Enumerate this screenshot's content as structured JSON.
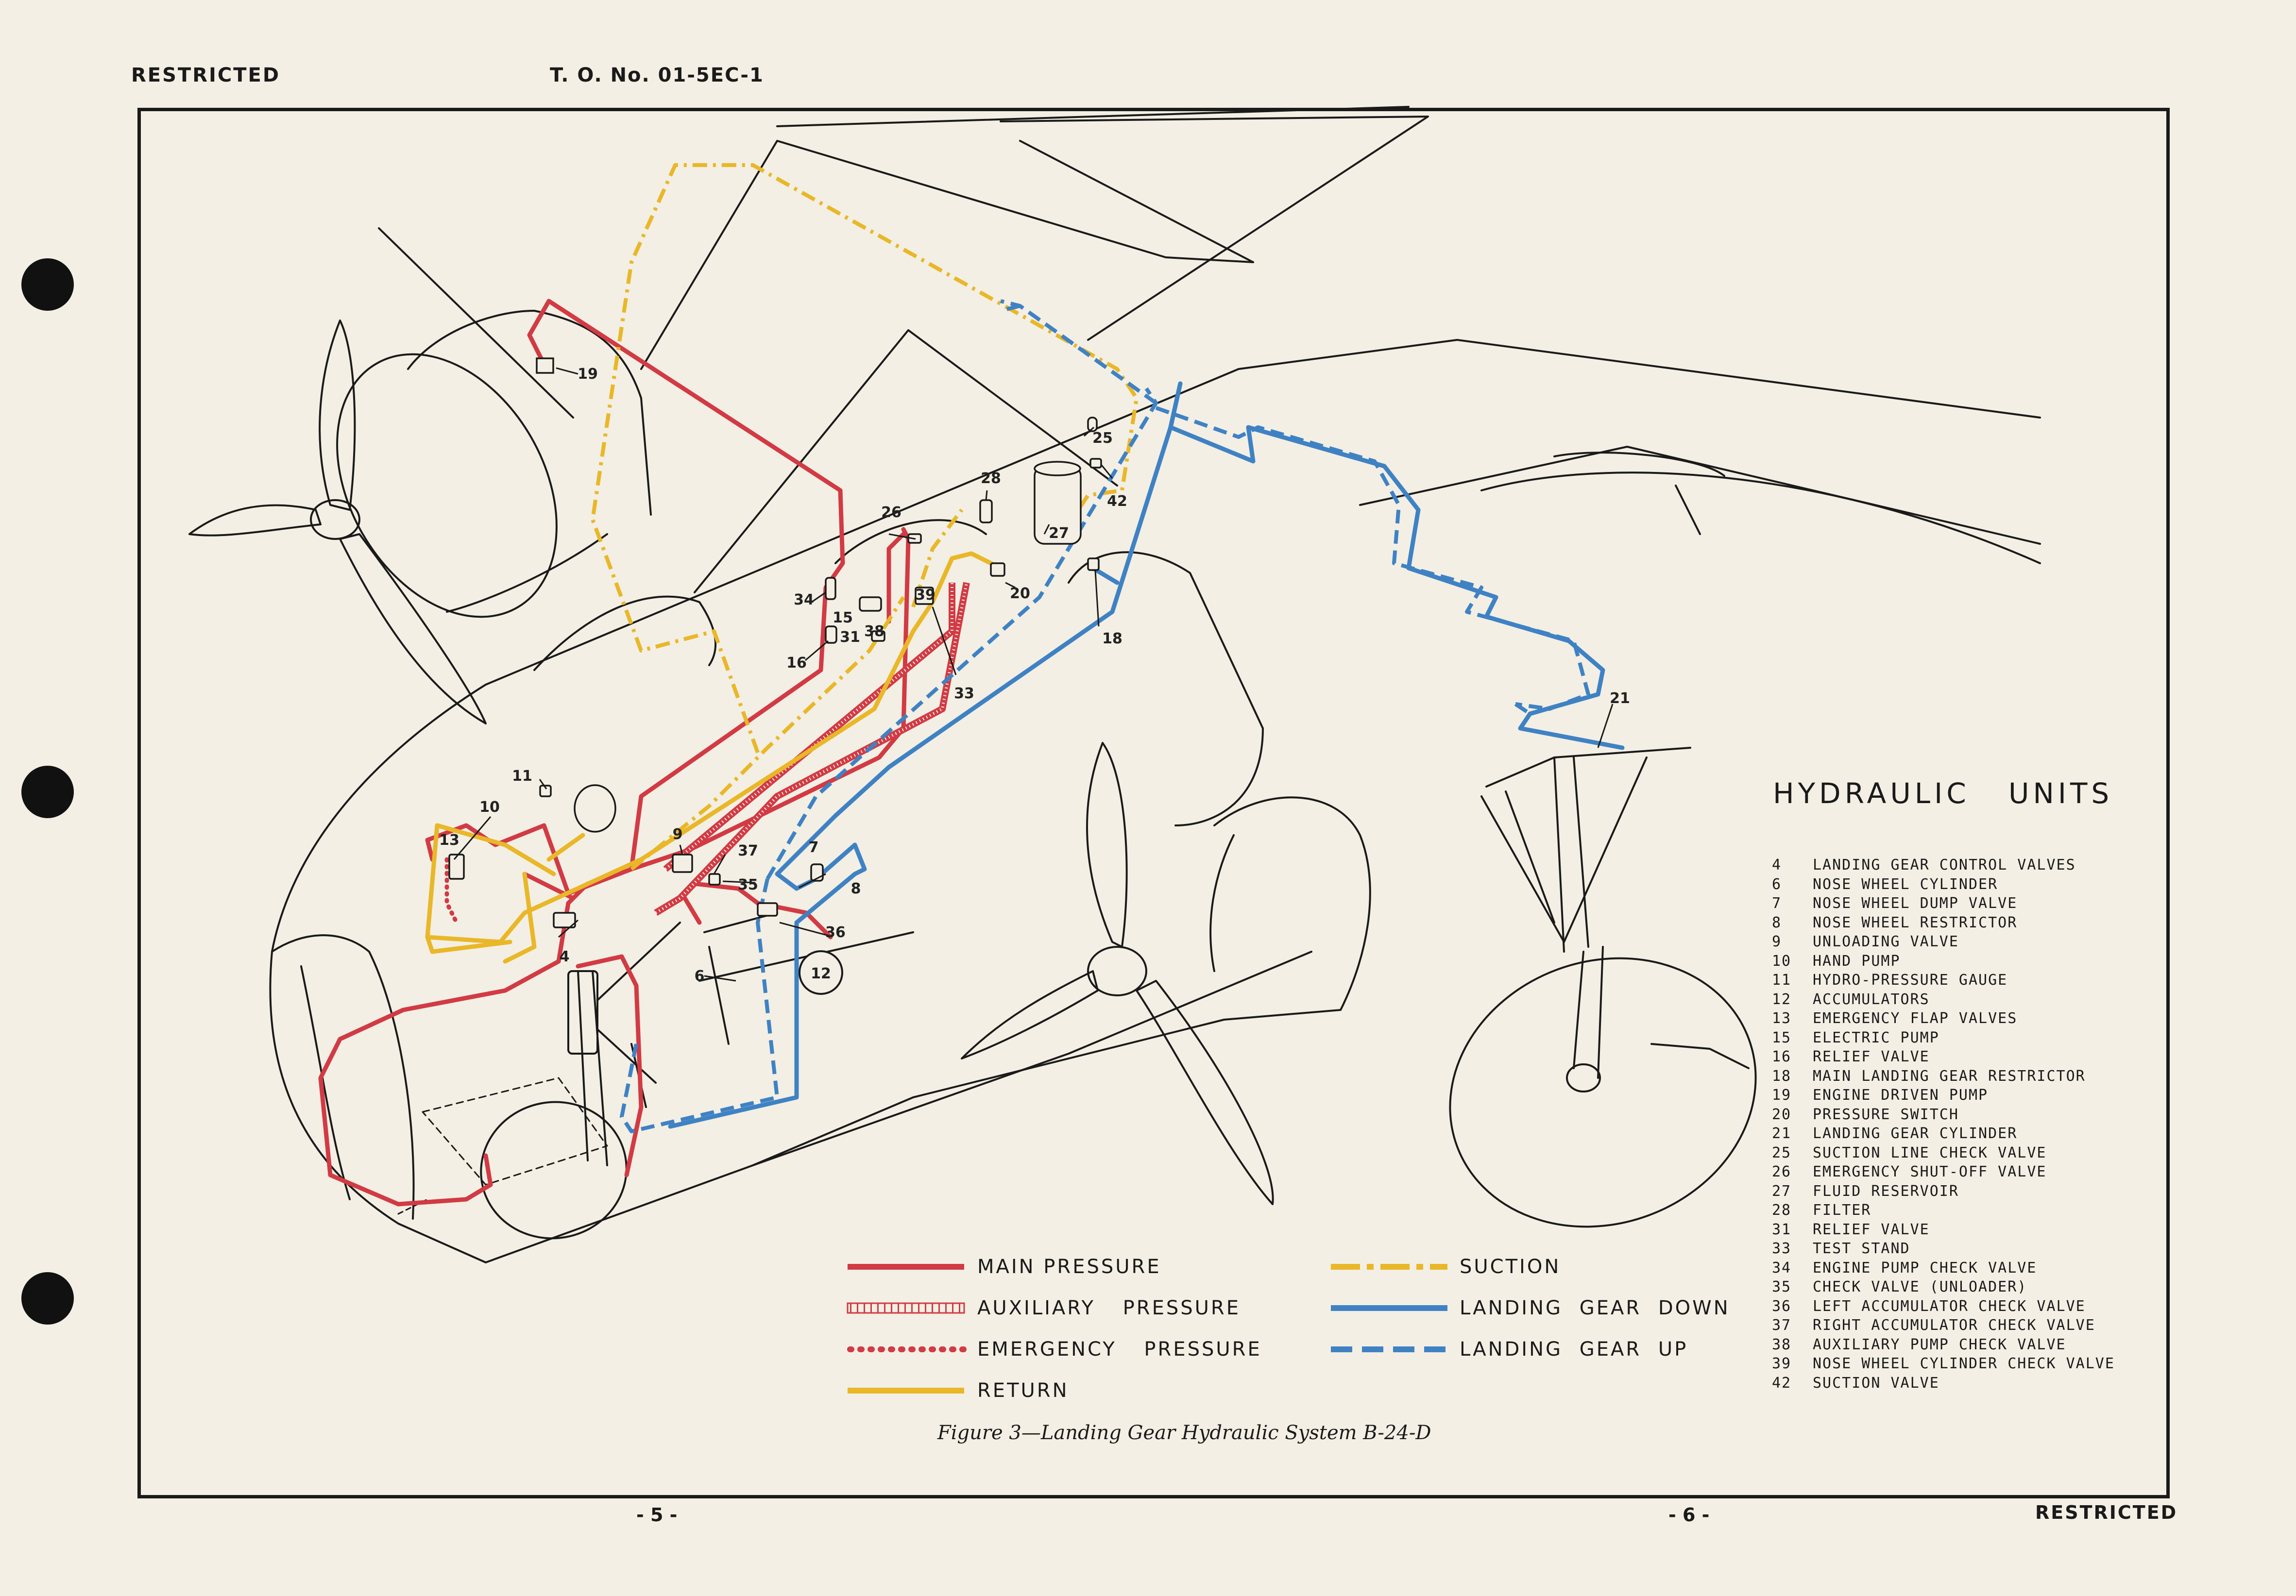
{
  "header": {
    "restricted_left": "RESTRICTED",
    "tech_order": "T. O. No. 01-5EC-1"
  },
  "footer": {
    "page_left": "- 5 -",
    "page_right": "- 6 -",
    "restricted_right": "RESTRICTED"
  },
  "caption": "Figure 3—Landing Gear Hydraulic System B-24-D",
  "colors": {
    "pressure_red": "#d23a44",
    "return_yellow": "#e9b728",
    "gear_blue": "#3f82c4",
    "ink": "#1a1a1a",
    "paper": "#f3efe4"
  },
  "callouts": [
    "19",
    "25",
    "28",
    "26",
    "42",
    "27",
    "34",
    "15",
    "39",
    "20",
    "18",
    "38",
    "31",
    "16",
    "33",
    "11",
    "10",
    "13",
    "9",
    "37",
    "7",
    "35",
    "8",
    "36",
    "4",
    "12",
    "6",
    "21"
  ],
  "units": {
    "title": "HYDRAULIC   UNITS",
    "items": [
      {
        "num": "4",
        "name": "LANDING GEAR CONTROL VALVES"
      },
      {
        "num": "6",
        "name": "NOSE WHEEL CYLINDER"
      },
      {
        "num": "7",
        "name": "NOSE WHEEL DUMP VALVE"
      },
      {
        "num": "8",
        "name": "NOSE WHEEL RESTRICTOR"
      },
      {
        "num": "9",
        "name": "UNLOADING VALVE"
      },
      {
        "num": "10",
        "name": "HAND PUMP"
      },
      {
        "num": "11",
        "name": "HYDRO-PRESSURE GAUGE"
      },
      {
        "num": "12",
        "name": "ACCUMULATORS"
      },
      {
        "num": "13",
        "name": "EMERGENCY FLAP VALVES"
      },
      {
        "num": "15",
        "name": "ELECTRIC PUMP"
      },
      {
        "num": "16",
        "name": "RELIEF VALVE"
      },
      {
        "num": "18",
        "name": "MAIN LANDING GEAR RESTRICTOR"
      },
      {
        "num": "19",
        "name": "ENGINE DRIVEN PUMP"
      },
      {
        "num": "20",
        "name": "PRESSURE SWITCH"
      },
      {
        "num": "21",
        "name": "LANDING GEAR CYLINDER"
      },
      {
        "num": "25",
        "name": "SUCTION LINE CHECK VALVE"
      },
      {
        "num": "26",
        "name": "EMERGENCY SHUT-OFF VALVE"
      },
      {
        "num": "27",
        "name": "FLUID RESERVOIR"
      },
      {
        "num": "28",
        "name": "FILTER"
      },
      {
        "num": "31",
        "name": "RELIEF VALVE"
      },
      {
        "num": "33",
        "name": "TEST STAND"
      },
      {
        "num": "34",
        "name": "ENGINE PUMP CHECK VALVE"
      },
      {
        "num": "35",
        "name": "CHECK VALVE (UNLOADER)"
      },
      {
        "num": "36",
        "name": "LEFT ACCUMULATOR CHECK VALVE"
      },
      {
        "num": "37",
        "name": "RIGHT ACCUMULATOR CHECK VALVE"
      },
      {
        "num": "38",
        "name": "AUXILIARY PUMP CHECK VALVE"
      },
      {
        "num": "39",
        "name": "NOSE WHEEL CYLINDER CHECK VALVE"
      },
      {
        "num": "42",
        "name": "SUCTION VALVE"
      }
    ]
  },
  "legend": [
    {
      "label": "MAIN PRESSURE",
      "color": "#d23a44",
      "style": "solid"
    },
    {
      "label": "AUXILIARY PRESSURE",
      "color": "#d23a44",
      "style": "ladder"
    },
    {
      "label": "EMERGENCY PRESSURE",
      "color": "#d23a44",
      "style": "dotted"
    },
    {
      "label": "RETURN",
      "color": "#e9b728",
      "style": "solid"
    },
    {
      "label": "SUCTION",
      "color": "#e9b728",
      "style": "dashdot"
    },
    {
      "label": "LANDING GEAR DOWN",
      "color": "#3f82c4",
      "style": "solid"
    },
    {
      "label": "LANDING GEAR UP",
      "color": "#3f82c4",
      "style": "dashed"
    }
  ]
}
